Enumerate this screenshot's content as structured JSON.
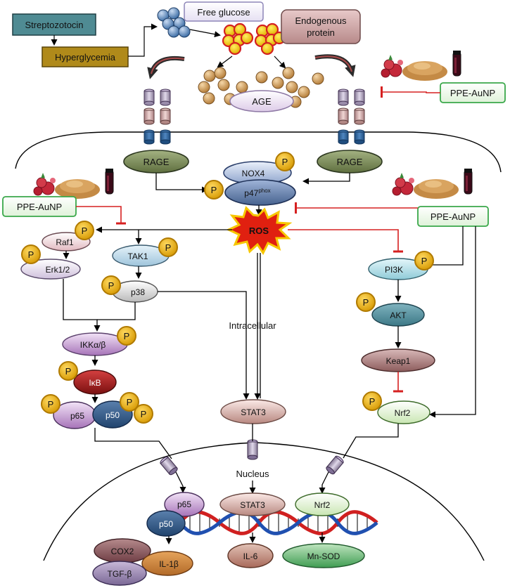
{
  "labels": {
    "streptozotocin": "Streptozotocin",
    "hyperglycemia": "Hyperglycemia",
    "free_glucose": "Free glucose",
    "endogenous_protein_1": "Endogenous",
    "endogenous_protein_2": "protein",
    "age": "AGE",
    "rage": "RAGE",
    "ppe_aunp": "PPE-AuNP",
    "nox4": "NOX4",
    "p47": "p47",
    "p47_sup": "phox",
    "ros": "ROS",
    "raf1": "Raf1",
    "erk": "Erk1/2",
    "tak1": "TAK1",
    "p38": "p38",
    "ikk": "IKKα/β",
    "ikb": "IκB",
    "p65": "p65",
    "p50": "p50",
    "stat3": "STAT3",
    "pi3k": "PI3K",
    "akt": "AKT",
    "keap1": "Keap1",
    "nrf2": "Nrf2",
    "intracellular": "Intracellular",
    "nucleus": "Nucleus",
    "cox2": "COX2",
    "il1b": "IL-1β",
    "tgfb": "TGF-β",
    "il6": "IL-6",
    "mnsod": "Mn-SOD",
    "phospho": "P"
  },
  "colors": {
    "teal": "#4f8b93",
    "ochre": "#b08a1a",
    "olive": "#6f7d4e",
    "navy": "#304f78",
    "gold": "#e0a800",
    "green_border": "#3aa84a",
    "inhibit_red": "#d62020",
    "ros_red": "#e02010"
  }
}
